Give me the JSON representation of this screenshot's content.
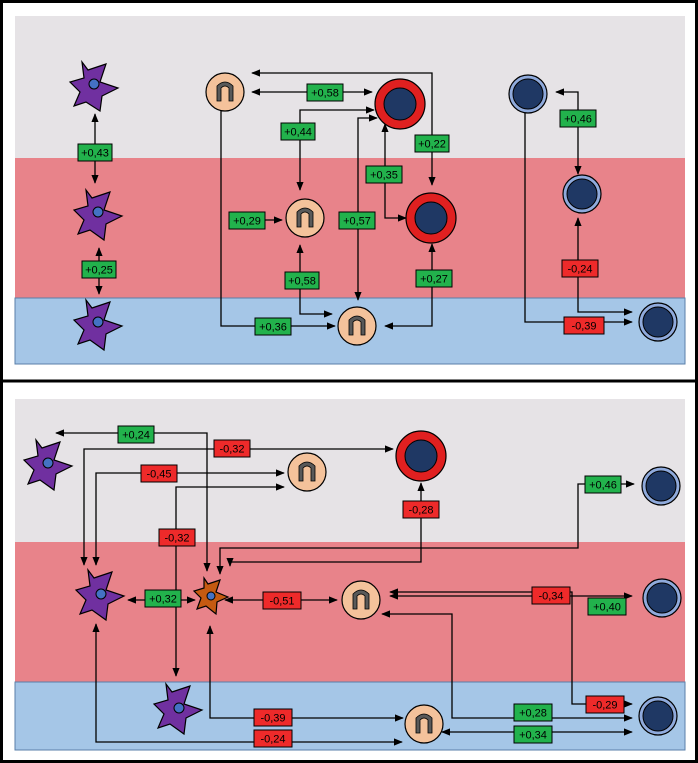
{
  "colors": {
    "band_top": "#e6e3e6",
    "band_mid": "#e8838a",
    "band_bottom": "#a5c6e7",
    "positive": "#22b24c",
    "negative": "#ee2a2a",
    "purple_cell": "#7030a0",
    "orange_cell": "#c55a11",
    "peach_cell": "#f4c29b",
    "red_ring": "#e02020",
    "navy_nucleus": "#1f3864",
    "blue_cell": "#2f5597"
  },
  "icons": {
    "purple_cell": "dendritic-cell-icon",
    "orange_cell": "activated-dendritic-cell-icon",
    "peach_cell": "neutrophil-icon",
    "ring_cell": "red-ring-cell-icon",
    "blue_cell": "lymphocyte-icon"
  },
  "panels": [
    {
      "labels": [
        {
          "text": "+0,43",
          "sign": "positive"
        },
        {
          "text": "+0,25",
          "sign": "positive"
        },
        {
          "text": "+0,58",
          "sign": "positive"
        },
        {
          "text": "+0,44",
          "sign": "positive"
        },
        {
          "text": "+0,22",
          "sign": "positive"
        },
        {
          "text": "+0,35",
          "sign": "positive"
        },
        {
          "text": "+0,29",
          "sign": "positive"
        },
        {
          "text": "+0,57",
          "sign": "positive"
        },
        {
          "text": "+0,58",
          "sign": "positive"
        },
        {
          "text": "+0,27",
          "sign": "positive"
        },
        {
          "text": "+0,36",
          "sign": "positive"
        },
        {
          "text": "+0,46",
          "sign": "positive"
        },
        {
          "text": "-0,24",
          "sign": "negative"
        },
        {
          "text": "-0,39",
          "sign": "negative"
        }
      ]
    },
    {
      "labels": [
        {
          "text": "+0,24",
          "sign": "positive"
        },
        {
          "text": "-0,32",
          "sign": "negative"
        },
        {
          "text": "-0,45",
          "sign": "negative"
        },
        {
          "text": "-0,32",
          "sign": "negative"
        },
        {
          "text": "-0,28",
          "sign": "negative"
        },
        {
          "text": "+0,46",
          "sign": "positive"
        },
        {
          "text": "+0,32",
          "sign": "positive"
        },
        {
          "text": "-0,51",
          "sign": "negative"
        },
        {
          "text": "-0,34",
          "sign": "negative"
        },
        {
          "text": "+0,40",
          "sign": "positive"
        },
        {
          "text": "-0,29",
          "sign": "negative"
        },
        {
          "text": "-0,39",
          "sign": "negative"
        },
        {
          "text": "+0,28",
          "sign": "positive"
        },
        {
          "text": "-0,24",
          "sign": "negative"
        },
        {
          "text": "+0,34",
          "sign": "positive"
        }
      ]
    }
  ]
}
